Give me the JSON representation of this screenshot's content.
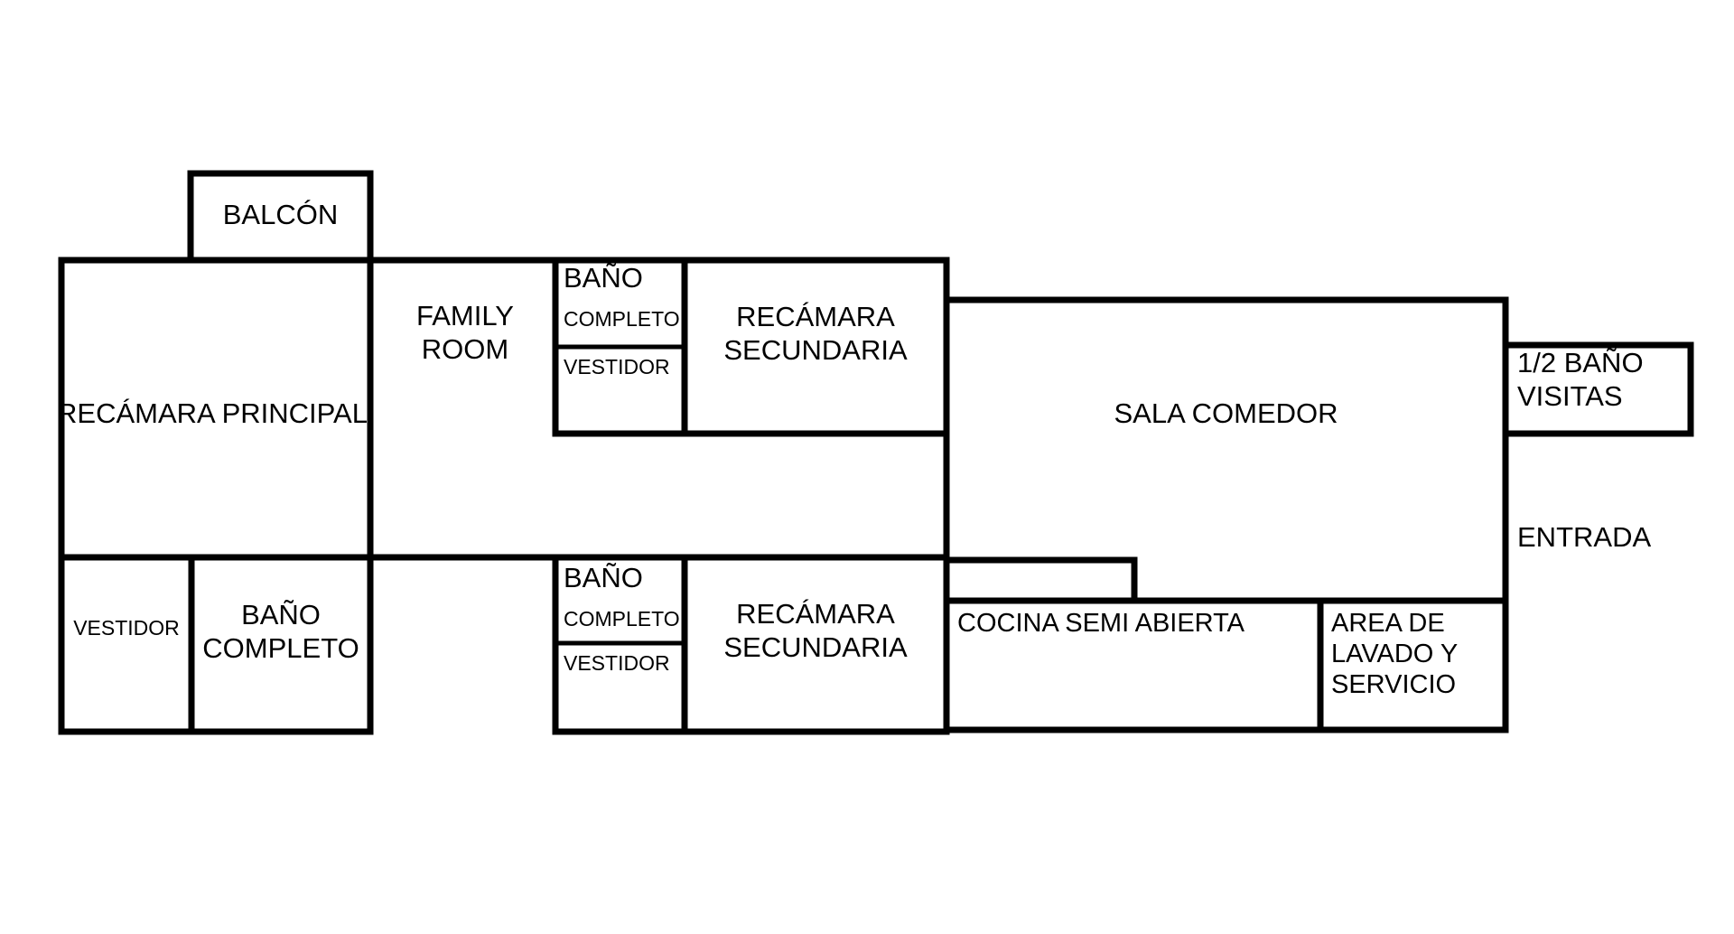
{
  "diagram": {
    "kind": "floor-plan",
    "language": "es",
    "background_color": "#ffffff",
    "wall_color": "#000000",
    "text_color": "#000000"
  },
  "rooms": {
    "balcon": {
      "label": "BALCÓN"
    },
    "recamara_principal": {
      "label": "RECÁMARA PRINCIPAL"
    },
    "family_room": {
      "label": "FAMILY\nROOM"
    },
    "bano_completo_1": {
      "label_top": "BAÑO",
      "label_bottom": "COMPLETO"
    },
    "vestidor_1": {
      "label": "VESTIDOR"
    },
    "recamara_secundaria_1": {
      "label": "RECÁMARA\nSECUNDARIA"
    },
    "sala_comedor": {
      "label": "SALA COMEDOR"
    },
    "medio_bano_visitas": {
      "label": "1/2 BAÑO\nVISITAS"
    },
    "entrada": {
      "label": "ENTRADA"
    },
    "vestidor_2": {
      "label": "VESTIDOR"
    },
    "bano_completo_2": {
      "label": "BAÑO\nCOMPLETO"
    },
    "bano_completo_3": {
      "label_top": "BAÑO",
      "label_bottom": "COMPLETO"
    },
    "vestidor_3": {
      "label": "VESTIDOR"
    },
    "recamara_secundaria_2": {
      "label": "RECÁMARA\nSECUNDARIA"
    },
    "cocina": {
      "label": "COCINA SEMI ABIERTA"
    },
    "area_lavado": {
      "label": "AREA DE\nLAVADO Y\nSERVICIO"
    }
  }
}
